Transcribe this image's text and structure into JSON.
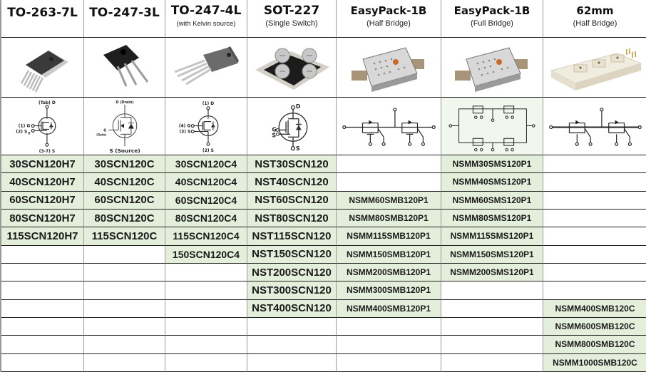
{
  "columns": [
    {
      "title": "TO-263-7L",
      "subtitle": "",
      "package_image": "to-263-7l-package",
      "parts": [
        "30SCN120H7",
        "40SCN120H7",
        "60SCN120H7",
        "80SCN120H7",
        "115SCN120H7",
        "",
        "",
        "",
        "",
        "",
        "",
        ""
      ]
    },
    {
      "title": "TO-247-3L",
      "subtitle": "",
      "package_image": "to-247-3l-package",
      "parts": [
        "30SCN120C",
        "40SCN120C",
        "60SCN120C",
        "80SCN120C",
        "115SCN120C",
        "",
        "",
        "",
        "",
        "",
        "",
        ""
      ]
    },
    {
      "title": "TO-247-4L",
      "subtitle": "(with Kelvin source)",
      "package_image": "to-247-4l-package",
      "parts": [
        "30SCN120C4",
        "40SCN120C4",
        "60SCN120C4",
        "80SCN120C4",
        "115SCN120C4",
        "150SCN120C4",
        "",
        "",
        "",
        "",
        "",
        ""
      ]
    },
    {
      "title": "SOT-227",
      "subtitle": "(Single Switch)",
      "package_image": "sot-227-package",
      "parts": [
        "NST30SCN120",
        "NST40SCN120",
        "NST60SCN120",
        "NST80SCN120",
        "NST115SCN120",
        "NST150SCN120",
        "NST200SCN120",
        "NST300SCN120",
        "NST400SCN120",
        "",
        "",
        ""
      ]
    },
    {
      "title": "EasyPack-1B",
      "subtitle": "(Half Bridge)",
      "package_image": "easypack-package",
      "parts": [
        "",
        "",
        "NSMM60SMB120P1",
        "NSMM80SMB120P1",
        "NSMM115SMB120P1",
        "NSMM150SMB120P1",
        "NSMM200SMB120P1",
        "NSMM300SMB120P1",
        "NSMM400SMB120P1",
        "",
        "",
        ""
      ]
    },
    {
      "title": "EasyPack-1B",
      "subtitle": "(Full Bridge)",
      "package_image": "easypack-package",
      "parts": [
        "NSMM30SMS120P1",
        "NSMM40SMS120P1",
        "NSMM60SMS120P1",
        "NSMM80SMS120P1",
        "NSMM115SMS120P1",
        "NSMM150SMS120P1",
        "NSMM200SMS120P1",
        "",
        "",
        "",
        "",
        ""
      ]
    },
    {
      "title": "62mm",
      "subtitle": "(Half Bridge)",
      "package_image": "62mm-module-package",
      "parts": [
        "",
        "",
        "",
        "",
        "",
        "",
        "",
        "",
        "NSMM400SMB120C",
        "NSMM600SMB120C",
        "NSMM800SMB120C",
        "NSMM1000SMB120C"
      ]
    }
  ],
  "schematics": {
    "to263": {
      "d": "(Tab) D",
      "g": "(1) G",
      "sg": "(2) S",
      "sg_sub": "G",
      "s": "(3-7) S"
    },
    "to247_3": {
      "d": "D (Drain)",
      "g": "G",
      "g2": "(Gate)",
      "s": "S (Source)"
    },
    "to247_4": {
      "d": "(1) D",
      "g": "(4) G",
      "ks": "(3) S",
      "s": "(2) S"
    },
    "sot227": {
      "d": "D",
      "g": "G",
      "ks": "S",
      "s": "S"
    }
  },
  "colors": {
    "available_fill": "#e3eedb",
    "border": "#222222"
  }
}
